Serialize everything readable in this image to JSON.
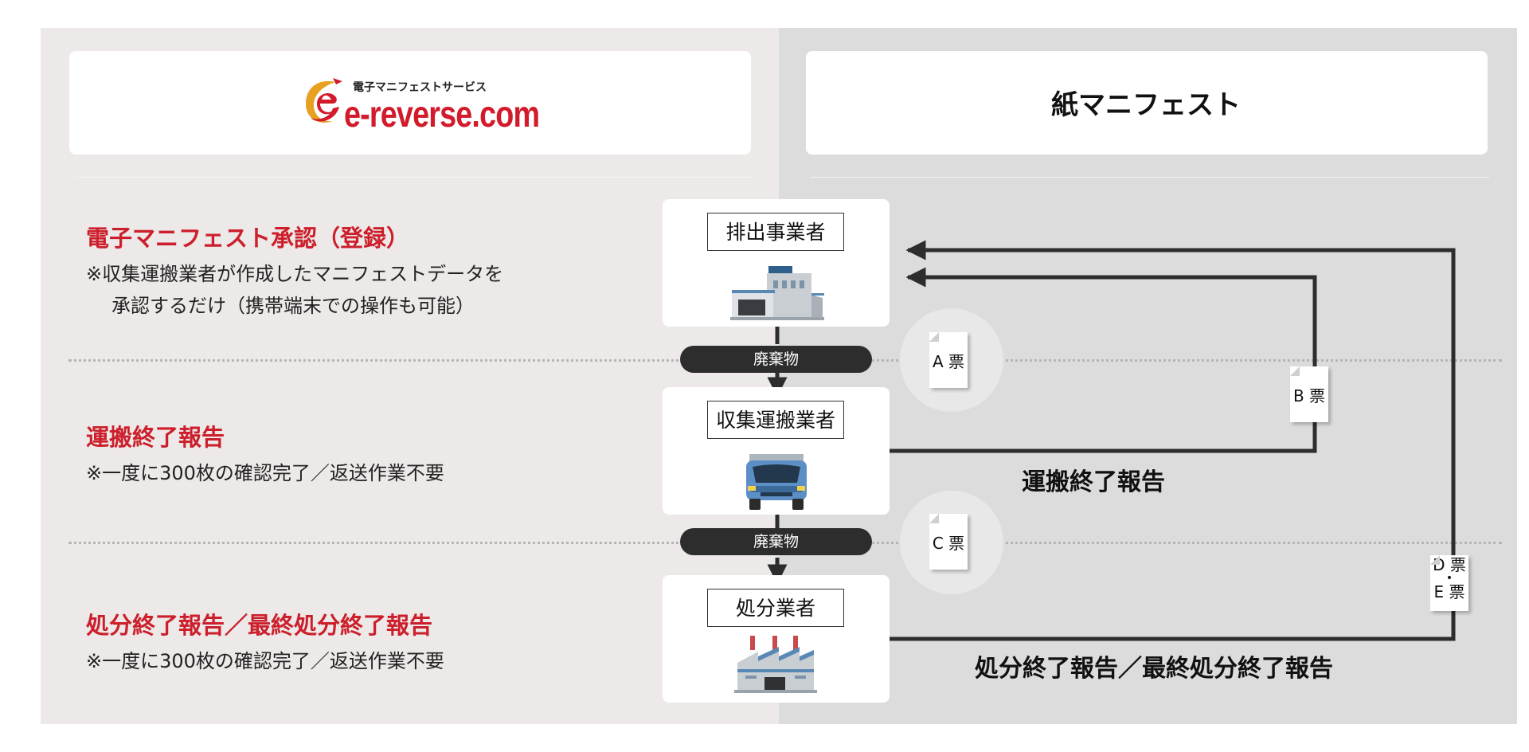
{
  "left_header": {
    "logo_subtitle": "電子マニフェストサービス",
    "logo_text": "e-reverse.com"
  },
  "right_header": {
    "title": "紙マニフェスト"
  },
  "stages": [
    {
      "title": "電子マニフェスト承認（登録）",
      "note_line1": "※収集運搬業者が作成したマニフェストデータを",
      "note_line2": "承認するだけ（携帯端末での操作も可能）"
    },
    {
      "title": "運搬終了報告",
      "note_line1": "※一度に300枚の確認完了／返送作業不要"
    },
    {
      "title": "処分終了報告／最終処分終了報告",
      "note_line1": "※一度に300枚の確認完了／返送作業不要"
    }
  ],
  "flow": {
    "actors": [
      "排出事業者",
      "収集運搬業者",
      "処分業者"
    ],
    "waste_label": "廃棄物",
    "slips": {
      "a": "A 票",
      "b": "B 票",
      "c": "C 票",
      "d": "D 票",
      "dot": "•",
      "e": "E 票"
    },
    "reports": {
      "transport": "運搬終了報告",
      "disposal": "処分終了報告／最終処分終了報告"
    }
  },
  "colors": {
    "accent_red": "#cc1f2b",
    "left_panel_bg": "#ece9e8",
    "right_panel_bg": "#dcdcdc",
    "dark": "#2d2d2d"
  },
  "icons": [
    "office-building-icon",
    "truck-icon",
    "factory-icon",
    "document-icon"
  ]
}
